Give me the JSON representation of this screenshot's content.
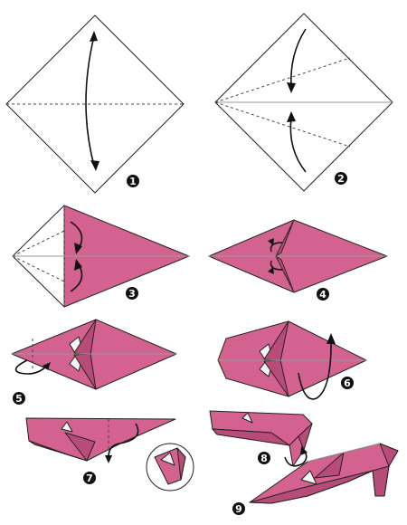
{
  "steps": [
    {
      "label": "1"
    },
    {
      "label": "2"
    },
    {
      "label": "3"
    },
    {
      "label": "4"
    },
    {
      "label": "5"
    },
    {
      "label": "6"
    },
    {
      "label": "7"
    },
    {
      "label": "8"
    },
    {
      "label": "9"
    }
  ],
  "colors": {
    "paper_face": "#d4628f",
    "paper_back": "#ffffff",
    "badge": "#111111"
  }
}
